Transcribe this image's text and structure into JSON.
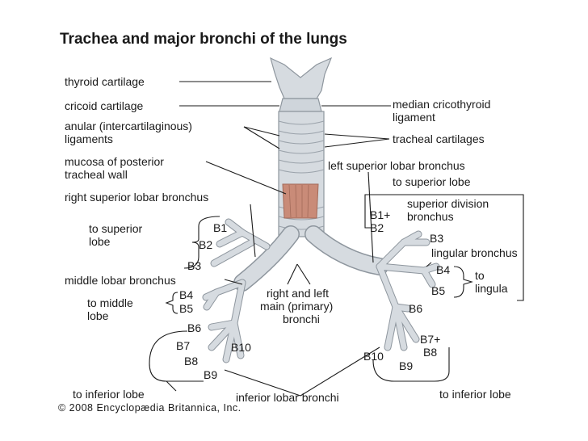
{
  "title": "Trachea and major bronchi of the lungs",
  "copyright": "© 2008 Encyclopædia Britannica, Inc.",
  "labels": {
    "thyroid_cartilage": "thyroid cartilage",
    "cricoid_cartilage": "cricoid cartilage",
    "anular_1": "anular (intercartilaginous)",
    "anular_2": "ligaments",
    "mucosa_1": "mucosa of posterior",
    "mucosa_2": "tracheal wall",
    "right_superior": "right superior lobar bronchus",
    "to_superior_lobe_r_1": "to superior",
    "to_superior_lobe_r_2": "lobe",
    "b1_r": "B1",
    "b2_r": "B2",
    "b3_r": "B3",
    "middle_lobar": "middle lobar bronchus",
    "b4_r": "B4",
    "b5_r": "B5",
    "to_middle_1": "to middle",
    "to_middle_2": "lobe",
    "b6_r": "B6",
    "b7_r": "B7",
    "b8_r": "B8",
    "b9_r": "B9",
    "b10_r": "B10",
    "to_inferior_r": "to inferior lobe",
    "inferior_lobar": "inferior lobar bronchi",
    "main_1": "right and left",
    "main_2": "main (primary)",
    "main_3": "bronchi",
    "median_1": "median cricothyroid",
    "median_2": "ligament",
    "tracheal_cartilages": "tracheal cartilages",
    "left_superior": "left superior lobar bronchus",
    "to_superior_lobe_l": "to superior lobe",
    "b1b2_l_1": "B1+",
    "b1b2_l_2": "B2",
    "superior_div_1": "superior division",
    "superior_div_2": "bronchus",
    "b3_l": "B3",
    "lingular": "lingular bronchus",
    "b4_l": "B4",
    "b5_l": "B5",
    "to_lingula_1": "to",
    "to_lingula_2": "lingula",
    "b6_l": "B6",
    "b7b8_l_1": "B7+",
    "b7b8_l_2": "B8",
    "b10_l": "B10",
    "b9_l": "B9",
    "to_inferior_l": "to inferior lobe"
  },
  "colors": {
    "airway_fill": "#d6dbe0",
    "airway_stroke": "#8e969e",
    "mucosa": "#c98b78"
  }
}
